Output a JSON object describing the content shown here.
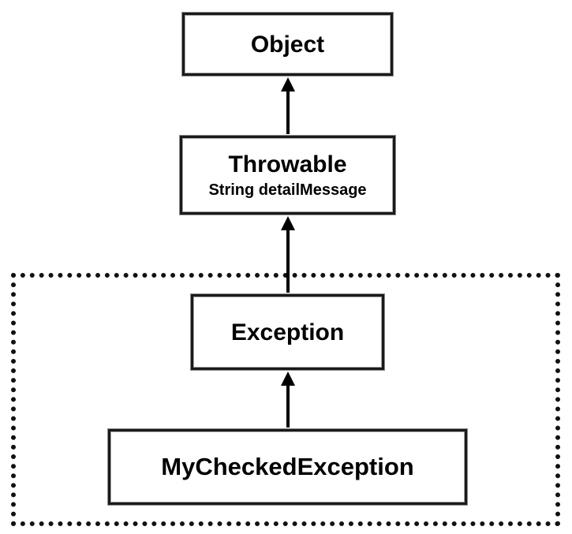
{
  "diagram": {
    "nodes": {
      "object": {
        "title": "Object"
      },
      "throwable": {
        "title": "Throwable",
        "field": "String detailMessage"
      },
      "exception": {
        "title": "Exception"
      },
      "my_checked_exception": {
        "title": "MyCheckedException"
      }
    },
    "edges": [
      {
        "from": "throwable",
        "to": "object",
        "type": "inherits"
      },
      {
        "from": "exception",
        "to": "throwable",
        "type": "inherits"
      },
      {
        "from": "my_checked_exception",
        "to": "exception",
        "type": "inherits"
      }
    ],
    "group": {
      "style": "dotted",
      "contains": [
        "exception",
        "my_checked_exception"
      ]
    }
  }
}
